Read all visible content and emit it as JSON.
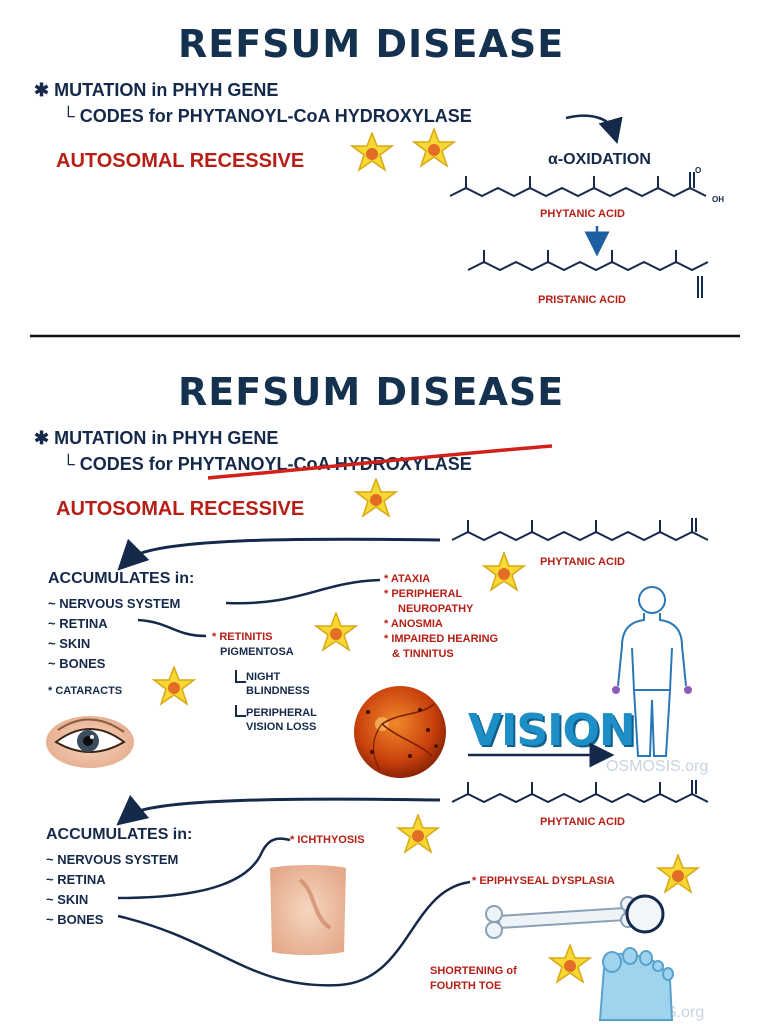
{
  "panel1": {
    "title": "REFSUM DISEASE",
    "mutation_prefix": "MUTATION in ",
    "mutation_gene": "PHYH GENE",
    "codes_prefix": "CODES for ",
    "enzyme": "PHYTANOYL-CoA HYDROXYLASE",
    "inheritance": "AUTOSOMAL RECESSIVE",
    "alpha_oxidation": "α-OXIDATION",
    "phytanic_acid": "PHYTANIC ACID",
    "pristanic_acid": "PRISTANIC ACID",
    "oxygen_label": "O",
    "oh_label": "OH"
  },
  "panel2": {
    "title": "REFSUM DISEASE",
    "mutation_prefix": "MUTATION in ",
    "mutation_gene": "PHYH GENE",
    "codes_prefix": "CODES for ",
    "enzyme": "PHYTANOYL-CoA HYDROXYLASE",
    "inheritance": "AUTOSOMAL RECESSIVE",
    "phytanic_acid": "PHYTANIC ACID",
    "accumulates": "ACCUMULATES in:",
    "sites": [
      "~ NERVOUS SYSTEM",
      "~ RETINA",
      "~ SKIN",
      "~ BONES"
    ],
    "neuro_symptoms": [
      "* ATAXIA",
      "* PERIPHERAL",
      "NEUROPATHY",
      "* ANOSMIA",
      "* IMPAIRED HEARING",
      "& TINNITUS"
    ],
    "retinitis": [
      "* RETINITIS",
      "PIGMENTOSA"
    ],
    "night_blindness": [
      "NIGHT",
      "BLINDNESS"
    ],
    "peripheral_vision": [
      "PERIPHERAL",
      "VISION LOSS"
    ],
    "cataracts": "* CATARACTS",
    "vision": "VISION",
    "watermark": "OSMOSIS.org"
  },
  "panel3": {
    "phytanic_acid": "PHYTANIC ACID",
    "accumulates": "ACCUMULATES in:",
    "sites": [
      "~ NERVOUS SYSTEM",
      "~ RETINA",
      "~ SKIN",
      "~ BONES"
    ],
    "ichthyosis": "* ICHTHYOSIS",
    "epiphyseal": "* EPIPHYSEAL DYSPLASIA",
    "shortening": [
      "SHORTENING of",
      "FOURTH TOE"
    ],
    "watermark": "OSMOSIS.org"
  },
  "colors": {
    "navy": "#15294a",
    "red": "#b51f15",
    "star": "#f7d733",
    "accent": "#1d8fc6"
  }
}
